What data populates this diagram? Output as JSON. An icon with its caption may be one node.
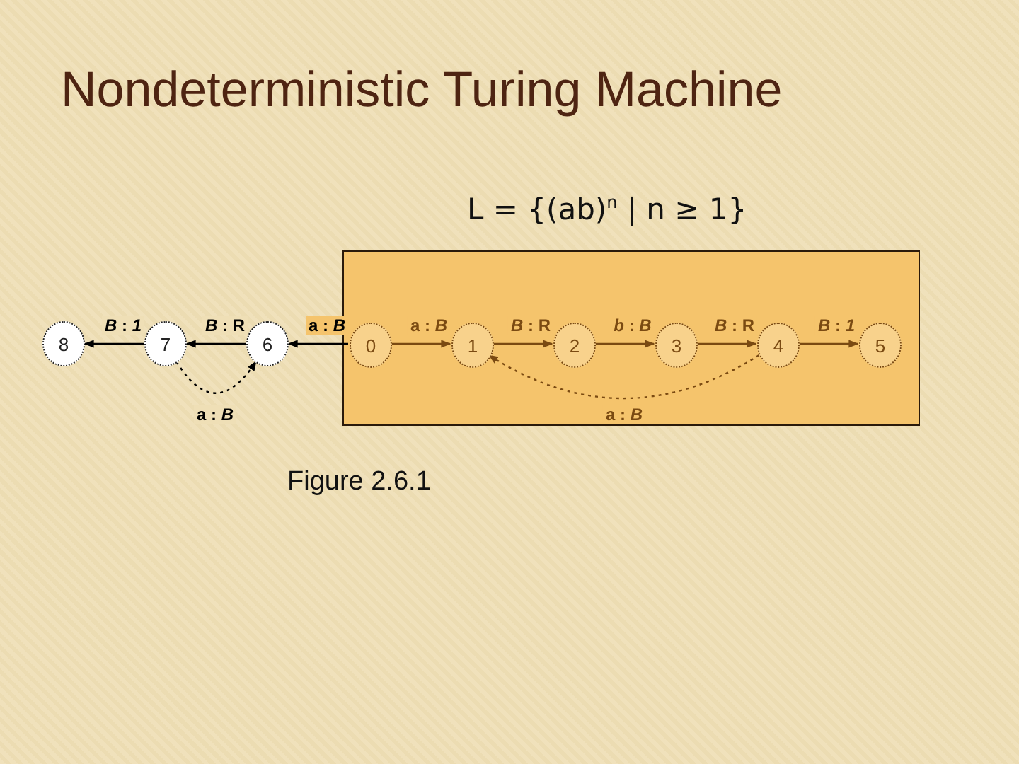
{
  "diagram": {
    "title": "Nondeterministic Turing Machine",
    "caption": "Figure 2.6.1",
    "nodes": [
      {
        "text": [
          "8"
        ]
      },
      {
        "text": [
          "7"
        ]
      },
      {
        "text": [
          "6"
        ]
      },
      {
        "text": [],
        "shape": "box"
      },
      {
        "text": [
          "0"
        ],
        "in": 3
      },
      {
        "text": [
          "1"
        ],
        "in": 3
      },
      {
        "text": [
          "2"
        ],
        "in": 3
      },
      {
        "text": [
          "3"
        ],
        "in": 3
      },
      {
        "text": [
          "4"
        ],
        "in": 3
      },
      {
        "text": [
          "5"
        ],
        "in": 3
      }
    ],
    "edges": [
      {
        "from": 4,
        "to": 2,
        "arrow": "to",
        "label": "a : *B*",
        "color": "#000000"
      },
      {
        "from": 2,
        "to": 1,
        "arrow": "to",
        "label": "*B* : R",
        "color": "#000000"
      },
      {
        "from": 1,
        "to": 0,
        "arrow": "to",
        "label": "*B* : *1*",
        "color": "#000000"
      },
      {
        "from": 1,
        "to": 2,
        "arrow": "to",
        "label": "a : *B*",
        "style": "dashed",
        "color": "#000000"
      },
      {
        "from": 4,
        "to": 5,
        "arrow": "to",
        "label": "a : *B*"
      },
      {
        "from": 5,
        "to": 6,
        "arrow": "to",
        "label": "*B* : R"
      },
      {
        "from": 6,
        "to": 7,
        "arrow": "to",
        "label": "*b* : *B*"
      },
      {
        "from": 7,
        "to": 8,
        "arrow": "to",
        "label": "*B* : R"
      },
      {
        "from": 8,
        "to": 9,
        "arrow": "to",
        "label": "*B* : *1*"
      },
      {
        "from": 8,
        "to": 5,
        "arrow": "to",
        "label": "a : *B*",
        "style": "dashed"
      }
    ],
    "labels": [
      "L = {(ab)$^{n}$ | n ≥ 1}"
    ]
  }
}
